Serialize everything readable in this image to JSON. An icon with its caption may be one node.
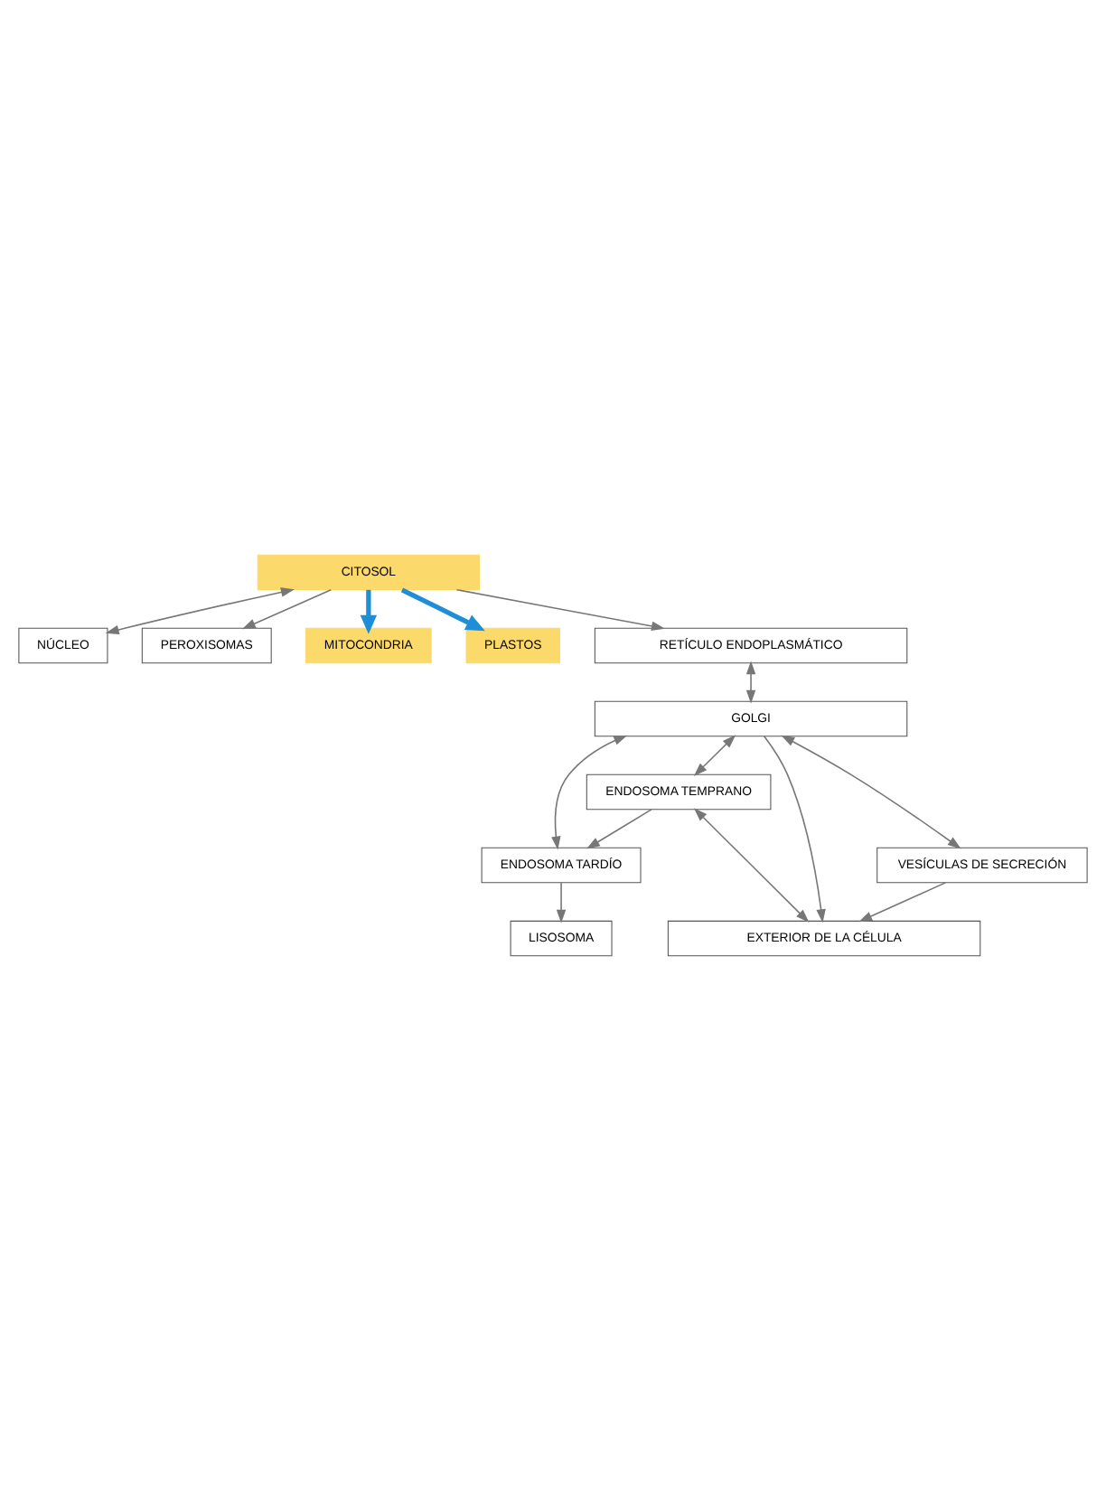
{
  "diagram": {
    "nodes": [
      {
        "text": [
          "CITOSOL"
        ]
      },
      {
        "text": [
          "NÚCLEO"
        ]
      },
      {
        "text": [
          "PEROXISOMAS"
        ]
      },
      {
        "text": [
          "MITOCONDRIA"
        ]
      },
      {
        "text": [
          "PLASTOS"
        ]
      },
      {
        "text": [
          "RETÍCULO ENDOPLASMÁTICO"
        ]
      },
      {
        "text": [
          "GOLGI"
        ]
      },
      {
        "text": [
          "ENDOSOMA TARDÍO"
        ]
      },
      {
        "text": [
          "VESÍCULAS DE SECRECIÓN"
        ]
      },
      {
        "text": [
          "LISOSOMA"
        ]
      },
      {
        "text": [
          "ENDOSOMA TEMPRANO"
        ]
      },
      {
        "text": [
          "EXTERIOR DE LA CÉLULA"
        ]
      }
    ],
    "edges": [
      {
        "from": 0,
        "to": 1,
        "arrow": "both"
      },
      {
        "from": 0,
        "to": 3,
        "arrow": "to",
        "style": "thick",
        "color": "#1e8fd6"
      },
      {
        "from": 0,
        "to": 5,
        "arrow": "to"
      },
      {
        "from": 0,
        "to": 4,
        "arrow": "to",
        "style": "thick",
        "color": "#1e8fd6"
      },
      {
        "from": 0,
        "to": 2,
        "arrow": "to"
      },
      {
        "from": 5,
        "to": 6,
        "arrow": "both"
      },
      {
        "from": 6,
        "to": 7,
        "arrow": "both"
      },
      {
        "from": 6,
        "to": 10,
        "arrow": "both"
      },
      {
        "from": 6,
        "to": 11,
        "arrow": "to"
      },
      {
        "from": 6,
        "to": 8,
        "arrow": "both"
      },
      {
        "from": 7,
        "to": 9,
        "arrow": "to"
      },
      {
        "from": 10,
        "to": 7,
        "arrow": "to"
      },
      {
        "from": 10,
        "to": 11,
        "arrow": "both"
      },
      {
        "from": 8,
        "to": 11,
        "arrow": "to"
      }
    ]
  }
}
